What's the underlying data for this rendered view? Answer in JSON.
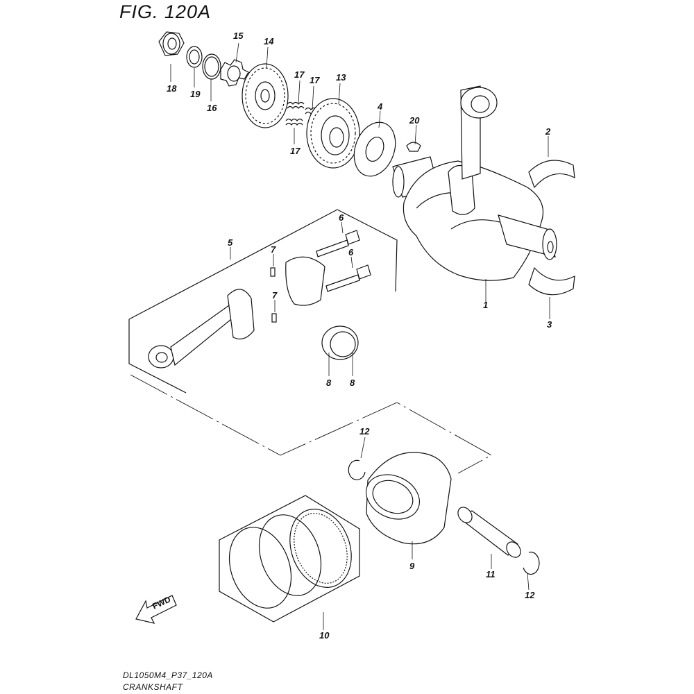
{
  "figure": {
    "title": "FIG. 120A",
    "model_code": "DL1050M4_P37_120A",
    "section_name": "CRANKSHAFT",
    "direction_label": "FWD"
  },
  "callouts": [
    {
      "id": "c1",
      "label": "1"
    },
    {
      "id": "c2",
      "label": "2"
    },
    {
      "id": "c3",
      "label": "3"
    },
    {
      "id": "c4",
      "label": "4"
    },
    {
      "id": "c5",
      "label": "5"
    },
    {
      "id": "c6a",
      "label": "6"
    },
    {
      "id": "c6b",
      "label": "6"
    },
    {
      "id": "c7a",
      "label": "7"
    },
    {
      "id": "c7b",
      "label": "7"
    },
    {
      "id": "c8a",
      "label": "8"
    },
    {
      "id": "c8b",
      "label": "8"
    },
    {
      "id": "c9",
      "label": "9"
    },
    {
      "id": "c10",
      "label": "10"
    },
    {
      "id": "c11",
      "label": "11"
    },
    {
      "id": "c12a",
      "label": "12"
    },
    {
      "id": "c12b",
      "label": "12"
    },
    {
      "id": "c13",
      "label": "13"
    },
    {
      "id": "c14",
      "label": "14"
    },
    {
      "id": "c15",
      "label": "15"
    },
    {
      "id": "c16",
      "label": "16"
    },
    {
      "id": "c17a",
      "label": "17"
    },
    {
      "id": "c17b",
      "label": "17"
    },
    {
      "id": "c17c",
      "label": "17"
    },
    {
      "id": "c18",
      "label": "18"
    },
    {
      "id": "c19",
      "label": "19"
    },
    {
      "id": "c20",
      "label": "20"
    }
  ]
}
